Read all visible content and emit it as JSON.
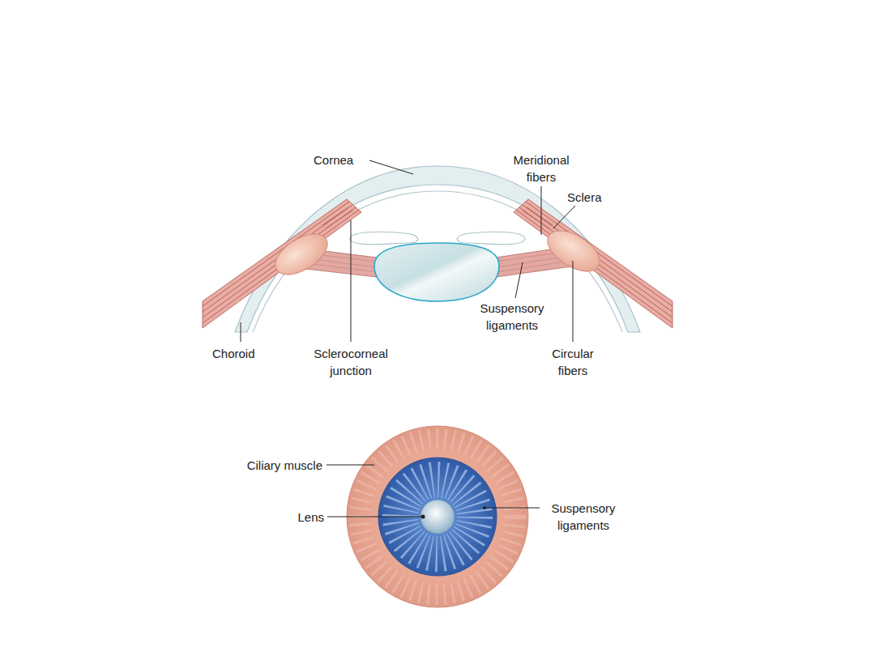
{
  "diagram": {
    "labels": [
      "Cornea",
      "Meridional fibers",
      "Sclera",
      "Suspensory ligaments",
      "Choroid",
      "Sclerocorneal junction",
      "Circular fibers",
      "Ciliary muscle",
      "Lens",
      "Suspensory ligaments"
    ]
  }
}
